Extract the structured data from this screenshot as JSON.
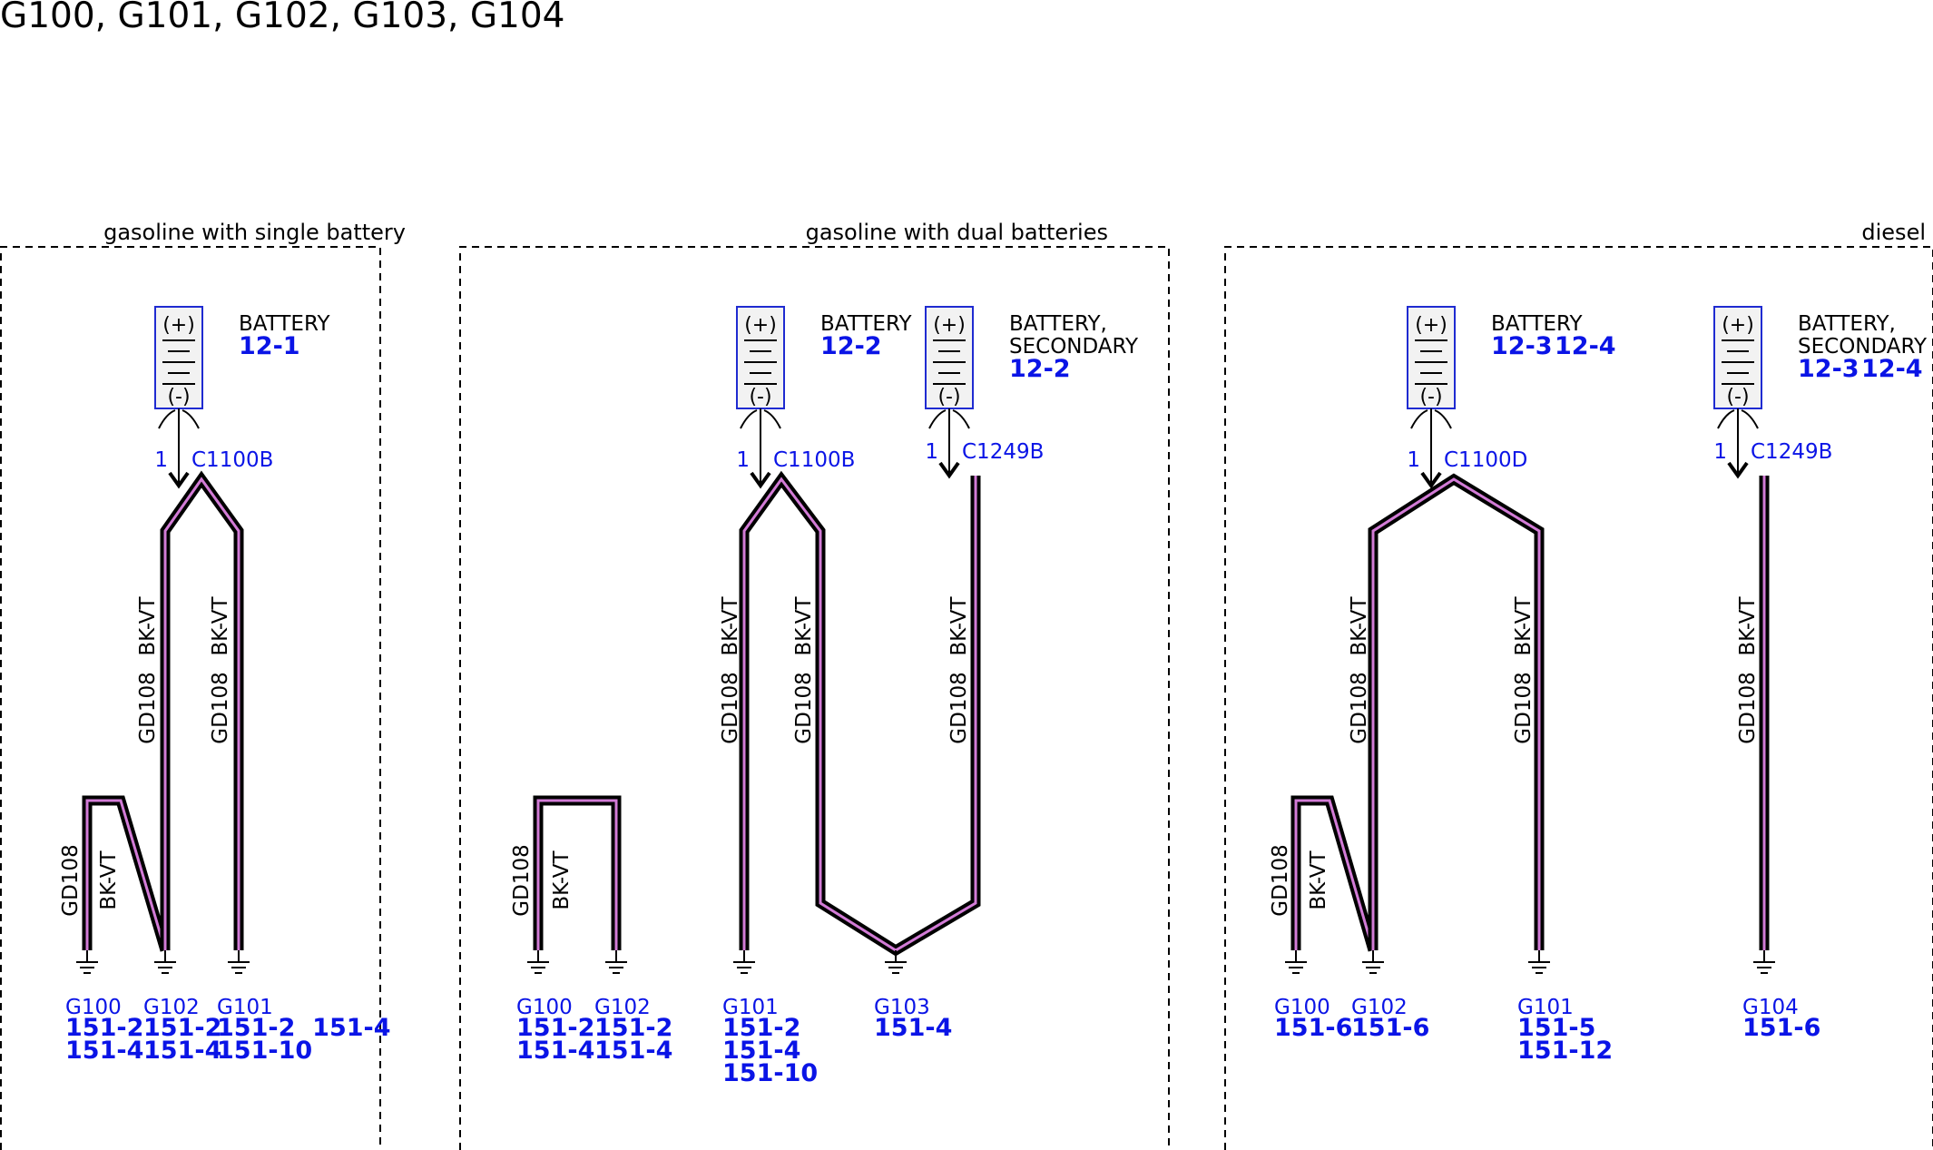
{
  "title": "G100, G101, G102, G103, G104",
  "colors": {
    "reference": "#0a14e6",
    "wire_core": "#d27bd6",
    "battery_border": "#1f2bd1"
  },
  "sections": [
    {
      "id": "single",
      "label": "gasoline with single battery",
      "batteries": [
        {
          "name_lines": [
            "BATTERY"
          ],
          "refs": [
            "12-1"
          ],
          "pin": "1",
          "connector": "C1100B"
        }
      ],
      "grounds": [
        {
          "name": "G100",
          "ref_lines": [
            "151-2",
            "151-4"
          ]
        },
        {
          "name": "G102",
          "ref_lines": [
            "151-2",
            "151-4"
          ]
        },
        {
          "name": "G101",
          "ref_lines": [
            "151-2  151-4",
            "151-10"
          ]
        }
      ]
    },
    {
      "id": "dual",
      "label": "gasoline with dual batteries",
      "batteries": [
        {
          "name_lines": [
            "BATTERY"
          ],
          "refs": [
            "12-2"
          ],
          "pin": "1",
          "connector": "C1100B"
        },
        {
          "name_lines": [
            "BATTERY,",
            "SECONDARY"
          ],
          "refs": [
            "12-2"
          ],
          "pin": "1",
          "connector": "C1249B"
        }
      ],
      "grounds": [
        {
          "name": "G100",
          "ref_lines": [
            "151-2",
            "151-4"
          ]
        },
        {
          "name": "G102",
          "ref_lines": [
            "151-2",
            "151-4"
          ]
        },
        {
          "name": "G101",
          "ref_lines": [
            "151-2",
            "151-4",
            "151-10"
          ]
        },
        {
          "name": "G103",
          "ref_lines": [
            "151-4"
          ]
        }
      ]
    },
    {
      "id": "diesel",
      "label": "diesel",
      "batteries": [
        {
          "name_lines": [
            "BATTERY"
          ],
          "refs": [
            "12-3",
            "12-4"
          ],
          "pin": "1",
          "connector": "C1100D"
        },
        {
          "name_lines": [
            "BATTERY,",
            "SECONDARY"
          ],
          "refs": [
            "12-3",
            "12-4"
          ],
          "pin": "1",
          "connector": "C1249B"
        }
      ],
      "grounds": [
        {
          "name": "G100",
          "ref_lines": [
            "151-6"
          ]
        },
        {
          "name": "G102",
          "ref_lines": [
            "151-6"
          ]
        },
        {
          "name": "G101",
          "ref_lines": [
            "151-5",
            "151-12"
          ]
        },
        {
          "name": "G104",
          "ref_lines": [
            "151-6"
          ]
        }
      ]
    }
  ],
  "wire": {
    "circuit": "GD108",
    "color_code": "BK-VT"
  },
  "battery_symbol": {
    "positive": "(+)",
    "negative": "(-)"
  }
}
